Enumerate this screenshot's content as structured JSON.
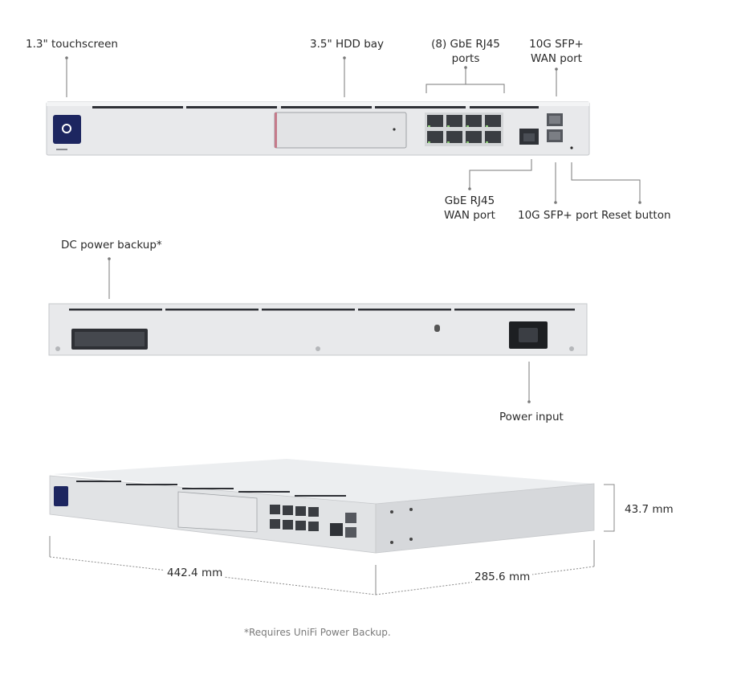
{
  "front_view": {
    "callouts": {
      "touchscreen": "1.3\" touchscreen",
      "hdd_bay": "3.5\" HDD bay",
      "rj45_ports_line1": "(8) GbE RJ45",
      "rj45_ports_line2": "ports",
      "sfp_wan_line1": "10G SFP+",
      "sfp_wan_line2": "WAN port",
      "rj45_wan_line1": "GbE RJ45",
      "rj45_wan_line2": "WAN port",
      "sfp_port": "10G SFP+ port",
      "reset_button": "Reset button"
    }
  },
  "rear_view": {
    "callouts": {
      "dc_power": "DC power backup*",
      "power_input": "Power input"
    }
  },
  "perspective_view": {
    "dimensions": {
      "height": "43.7 mm",
      "width": "442.4 mm",
      "depth": "285.6 mm"
    }
  },
  "footnote": "*Requires UniFi Power Backup.",
  "colors": {
    "chassis": "#e6e7e9",
    "chassis_edge": "#c9cbce",
    "port": "#3a3d42",
    "screen": "#1e2a6e",
    "leader": "#777777"
  }
}
